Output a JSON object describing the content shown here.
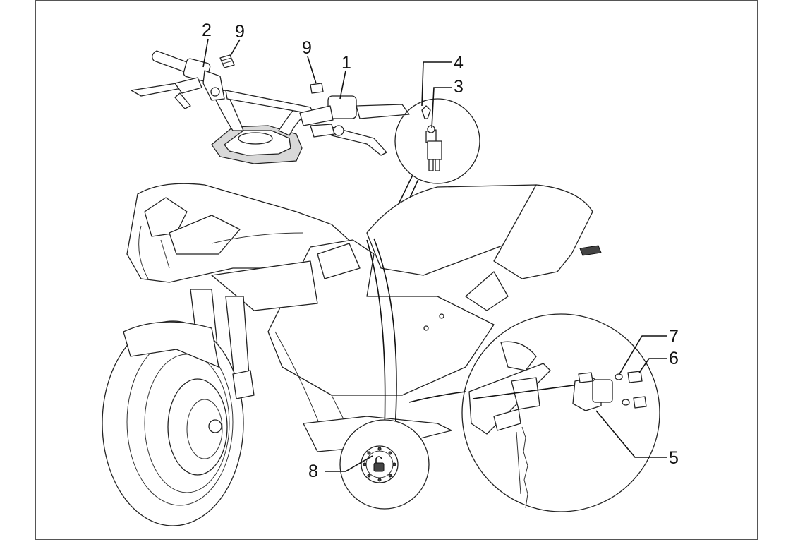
{
  "callouts": [
    {
      "id": "c2",
      "text": "2"
    },
    {
      "id": "c9a",
      "text": "9"
    },
    {
      "id": "c9b",
      "text": "9"
    },
    {
      "id": "c1",
      "text": "1"
    },
    {
      "id": "c4",
      "text": "4"
    },
    {
      "id": "c3",
      "text": "3"
    },
    {
      "id": "c7",
      "text": "7"
    },
    {
      "id": "c6",
      "text": "6"
    },
    {
      "id": "c5",
      "text": "5"
    },
    {
      "id": "c8",
      "text": "8"
    }
  ]
}
